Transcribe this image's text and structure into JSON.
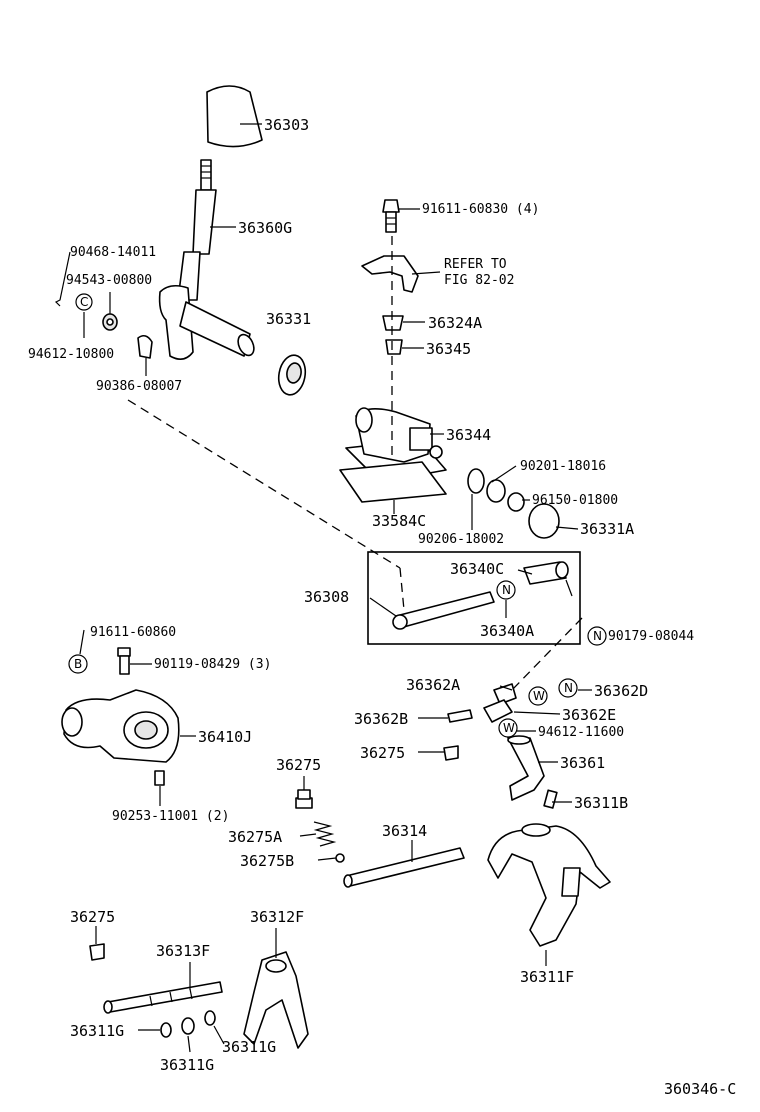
{
  "diagram": {
    "footer_code": "360346-C",
    "refer_note": {
      "line1": "REFER TO",
      "line2": "FIG 82-02"
    },
    "parts": {
      "p36303": "36303",
      "p36360G": "36360G",
      "p90468": "90468-14011",
      "p94543": "94543-00800",
      "p94612_10800": "94612-10800",
      "p90386": "90386-08007",
      "p36331": "36331",
      "p91611_60830": "91611-60830 (4)",
      "p36324A": "36324A",
      "p36345": "36345",
      "p36344": "36344",
      "p90201": "90201-18016",
      "p96150": "96150-01800",
      "p33584C": "33584C",
      "p36331A": "36331A",
      "p90206": "90206-18002",
      "p36340C": "36340C",
      "p36308": "36308",
      "p36340A": "36340A",
      "p90179": "90179-08044",
      "p91611_60860": "91611-60860",
      "p90119": "90119-08429 (3)",
      "p36362A": "36362A",
      "p36362D": "36362D",
      "p36362B": "36362B",
      "p36362E": "36362E",
      "p94612_11600": "94612-11600",
      "p36410J": "36410J",
      "p36275_top": "36275",
      "p36275_mid": "36275",
      "p36361": "36361",
      "p36311B": "36311B",
      "p90253": "90253-11001 (2)",
      "p36275A": "36275A",
      "p36314": "36314",
      "p36275B": "36275B",
      "p36275_low": "36275",
      "p36312F": "36312F",
      "p36313F": "36313F",
      "p36311F": "36311F",
      "p36311G_a": "36311G",
      "p36311G_b": "36311G",
      "p36311G_c": "36311G"
    },
    "symbols": {
      "C": "C",
      "B": "B",
      "N": "N",
      "W": "W"
    }
  }
}
